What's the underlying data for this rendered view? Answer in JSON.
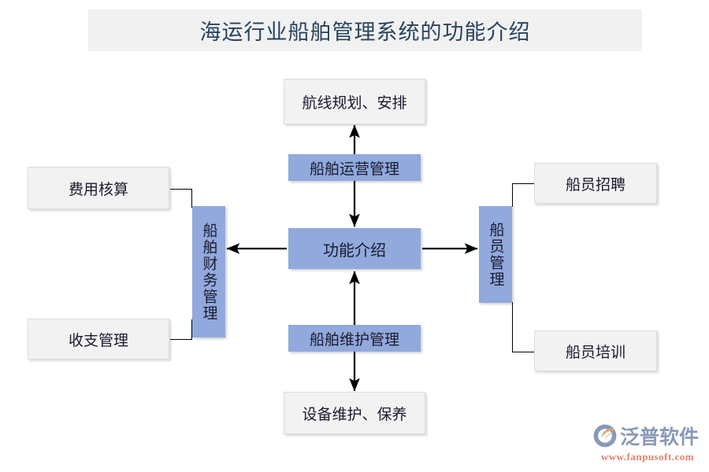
{
  "header": {
    "title": "海运行业船舶管理系统的功能介绍",
    "banner_bg": "#f1f1f1",
    "title_color": "#28435f"
  },
  "colors": {
    "accent_blue": "#91a9dc",
    "node_gray": "#f2f2f2",
    "line": "#000000",
    "logo_blue": "#8899b8",
    "logo_orange": "#e4826a"
  },
  "diagram": {
    "center": {
      "label": "功能介绍",
      "style": "blue"
    },
    "branches": [
      {
        "hub": {
          "label": "船舶运营管理",
          "style": "blue",
          "orientation": "horizontal"
        },
        "leaves": [
          {
            "label": "航线规划、安排",
            "style": "gray"
          }
        ]
      },
      {
        "hub": {
          "label": "船舶财务管理",
          "style": "blue",
          "orientation": "vertical"
        },
        "leaves": [
          {
            "label": "费用核算",
            "style": "gray"
          },
          {
            "label": "收支管理",
            "style": "gray"
          }
        ]
      },
      {
        "hub": {
          "label": "船员管理",
          "style": "blue",
          "orientation": "vertical"
        },
        "leaves": [
          {
            "label": "船员招聘",
            "style": "gray"
          },
          {
            "label": "船员培训",
            "style": "gray"
          }
        ]
      },
      {
        "hub": {
          "label": "船舶维护管理",
          "style": "blue",
          "orientation": "horizontal"
        },
        "leaves": [
          {
            "label": "设备维护、保养",
            "style": "gray"
          }
        ]
      }
    ]
  },
  "logo": {
    "brand": "泛普软件",
    "url": "www.fanpusoft.com",
    "mark": "fanpu-circle-swoosh-icon"
  }
}
